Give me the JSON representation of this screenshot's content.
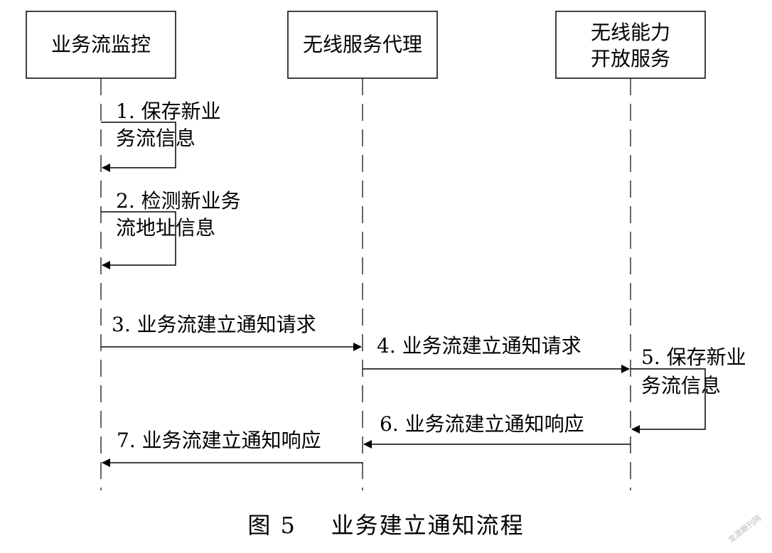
{
  "participants": [
    {
      "id": "p1",
      "lines": [
        "业务流监控"
      ]
    },
    {
      "id": "p2",
      "lines": [
        "无线服务代理"
      ]
    },
    {
      "id": "p3",
      "lines": [
        "无线能力",
        "开放服务"
      ]
    }
  ],
  "messages": [
    {
      "id": "m1",
      "kind": "self",
      "from": "p1",
      "lines": [
        "1. 保存新业",
        "务流信息"
      ]
    },
    {
      "id": "m2",
      "kind": "self",
      "from": "p1",
      "lines": [
        "2. 检测新业务",
        "流地址信息"
      ]
    },
    {
      "id": "m3",
      "kind": "call",
      "from": "p1",
      "to": "p2",
      "lines": [
        "3. 业务流建立通知请求"
      ]
    },
    {
      "id": "m4",
      "kind": "call",
      "from": "p2",
      "to": "p3",
      "lines": [
        "4. 业务流建立通知请求"
      ]
    },
    {
      "id": "m5",
      "kind": "self",
      "from": "p3",
      "lines": [
        "5. 保存新业",
        "务流信息"
      ]
    },
    {
      "id": "m6",
      "kind": "reply",
      "from": "p3",
      "to": "p2",
      "lines": [
        "6. 业务流建立通知响应"
      ]
    },
    {
      "id": "m7",
      "kind": "reply",
      "from": "p2",
      "to": "p1",
      "lines": [
        "7. 业务流建立通知响应"
      ]
    }
  ],
  "caption": "图 5    业务建立通知流程",
  "watermark": "龙源期刊网"
}
